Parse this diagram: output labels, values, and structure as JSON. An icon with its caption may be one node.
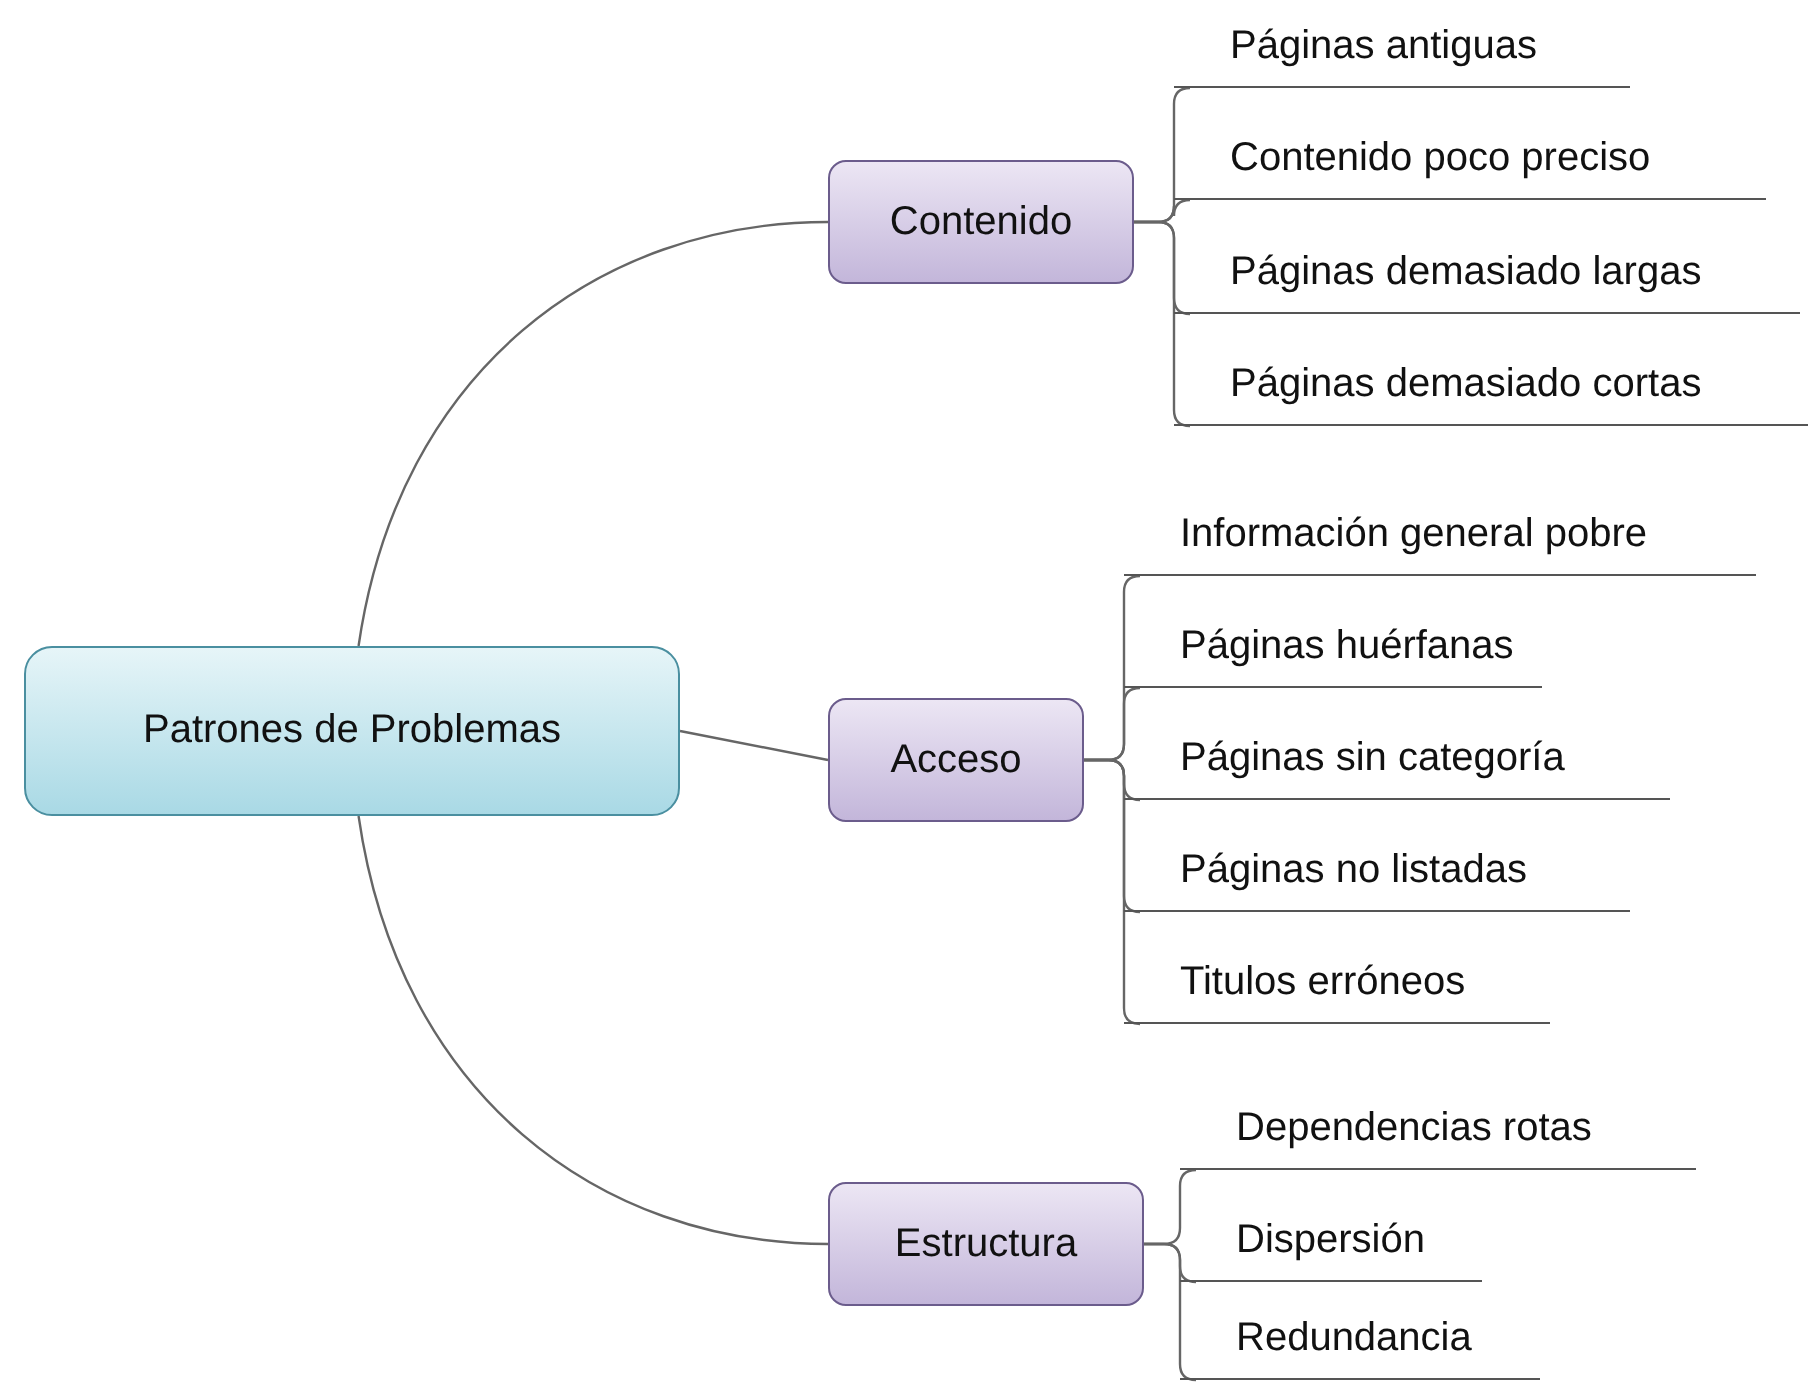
{
  "diagram": {
    "nodes": [
      {
        "text": [
          "Patrones de Problemas"
        ]
      },
      {
        "text": [
          "Contenido"
        ]
      },
      {
        "text": [
          "Páginas antiguas"
        ]
      },
      {
        "text": [
          "Contenido poco preciso"
        ]
      },
      {
        "text": [
          "Páginas demasiado largas"
        ]
      },
      {
        "text": [
          "Páginas demasiado cortas"
        ]
      },
      {
        "text": [
          "Acceso"
        ]
      },
      {
        "text": [
          "Información general pobre"
        ]
      },
      {
        "text": [
          "Páginas huérfanas"
        ]
      },
      {
        "text": [
          "Páginas sin categoría"
        ]
      },
      {
        "text": [
          "Páginas no listadas"
        ]
      },
      {
        "text": [
          "Titulos erróneos"
        ]
      },
      {
        "text": [
          "Estructura"
        ]
      },
      {
        "text": [
          "Dependencias rotas"
        ]
      },
      {
        "text": [
          "Dispersión"
        ]
      },
      {
        "text": [
          "Redundancia"
        ]
      }
    ],
    "edges": [
      {
        "from": 0,
        "to": 1,
        "arrow": "none"
      },
      {
        "from": 0,
        "to": 6,
        "arrow": "none"
      },
      {
        "from": 0,
        "to": 12,
        "arrow": "none"
      },
      {
        "from": 1,
        "to": 2,
        "arrow": "none"
      },
      {
        "from": 1,
        "to": 3,
        "arrow": "none"
      },
      {
        "from": 1,
        "to": 4,
        "arrow": "none"
      },
      {
        "from": 1,
        "to": 5,
        "arrow": "none"
      },
      {
        "from": 6,
        "to": 7,
        "arrow": "none"
      },
      {
        "from": 6,
        "to": 8,
        "arrow": "none"
      },
      {
        "from": 6,
        "to": 9,
        "arrow": "none"
      },
      {
        "from": 6,
        "to": 10,
        "arrow": "none"
      },
      {
        "from": 6,
        "to": 11,
        "arrow": "none"
      },
      {
        "from": 12,
        "to": 13,
        "arrow": "none"
      },
      {
        "from": 12,
        "to": 14,
        "arrow": "none"
      },
      {
        "from": 12,
        "to": 15,
        "arrow": "none"
      }
    ]
  }
}
